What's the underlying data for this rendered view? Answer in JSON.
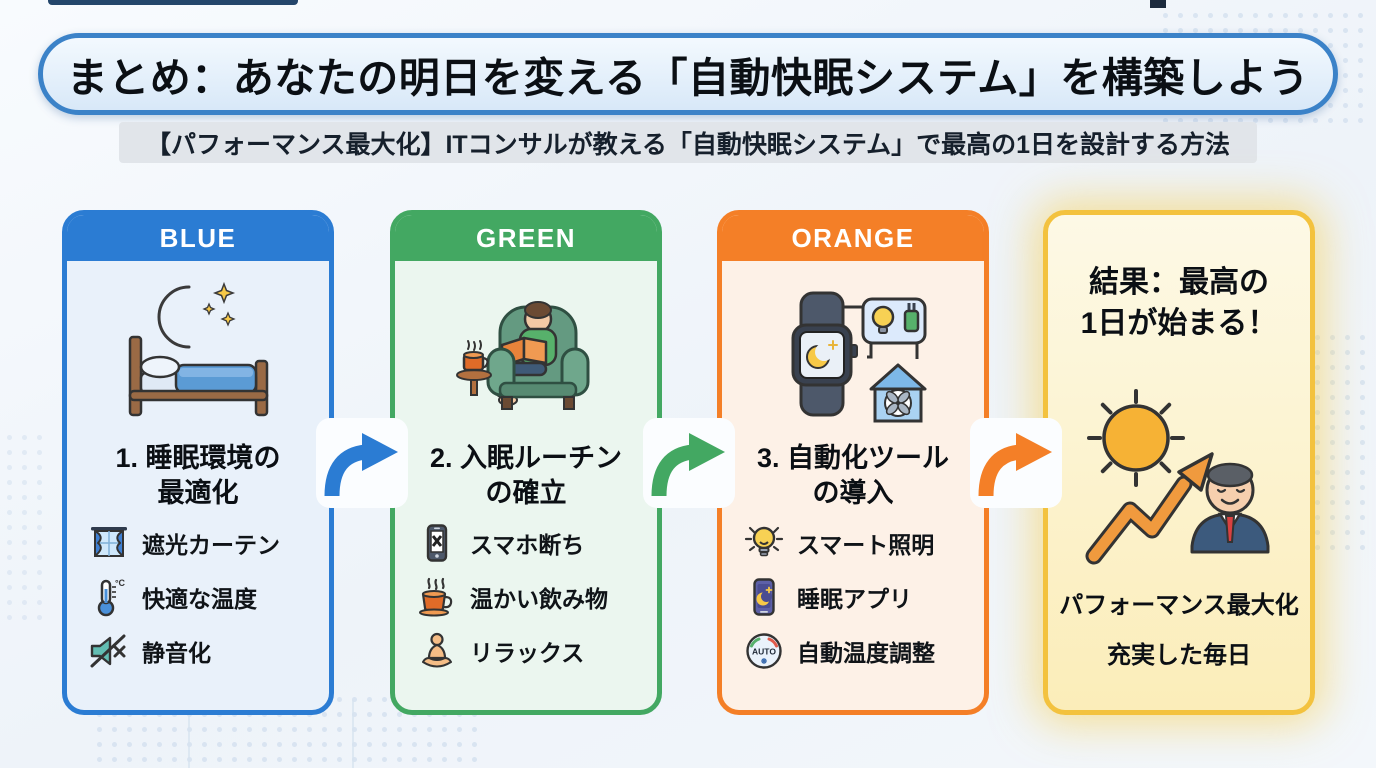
{
  "header": {
    "title": "まとめ：あなたの明日を変える「自動快眠システム」を構築しよう",
    "subtitle": "【パフォーマンス最大化】ITコンサルが教える「自動快眠システム」で最高の1日を設計する方法"
  },
  "cards": [
    {
      "tag": "BLUE",
      "accent": "#2b7cd3",
      "title": "1. 睡眠環境の\n最適化",
      "illustration": "moon-and-bed",
      "items": [
        {
          "icon": "curtain-icon",
          "label": "遮光カーテン"
        },
        {
          "icon": "thermometer-icon",
          "label": "快適な温度",
          "icon_text": "°C"
        },
        {
          "icon": "muted-speaker-icon",
          "label": "静音化"
        }
      ]
    },
    {
      "tag": "GREEN",
      "accent": "#43a862",
      "title": "2. 入眠ルーチン\nの確立",
      "illustration": "reading-in-armchair",
      "items": [
        {
          "icon": "no-smartphone-icon",
          "label": "スマホ断ち"
        },
        {
          "icon": "hot-drink-icon",
          "label": "温かい飲み物"
        },
        {
          "icon": "meditation-icon",
          "label": "リラックス"
        }
      ]
    },
    {
      "tag": "ORANGE",
      "accent": "#f47f27",
      "title": "3. 自動化ツール\nの導入",
      "illustration": "smartwatch-smart-home",
      "items": [
        {
          "icon": "smart-light-icon",
          "label": "スマート照明"
        },
        {
          "icon": "sleep-app-icon",
          "label": "睡眠アプリ"
        },
        {
          "icon": "auto-thermostat-icon",
          "label": "自動温度調整",
          "icon_text": "AUTO"
        }
      ]
    }
  ],
  "result_card": {
    "accent": "#f3c23e",
    "title": "結果：最高の\n1日が始まる！",
    "illustration": "sunrise-growth-businessman",
    "captions": [
      "パフォーマンス最大化",
      "充実した毎日"
    ]
  },
  "flow_arrows": [
    {
      "color": "#2b7cd3"
    },
    {
      "color": "#43a862"
    },
    {
      "color": "#f47f27"
    }
  ]
}
